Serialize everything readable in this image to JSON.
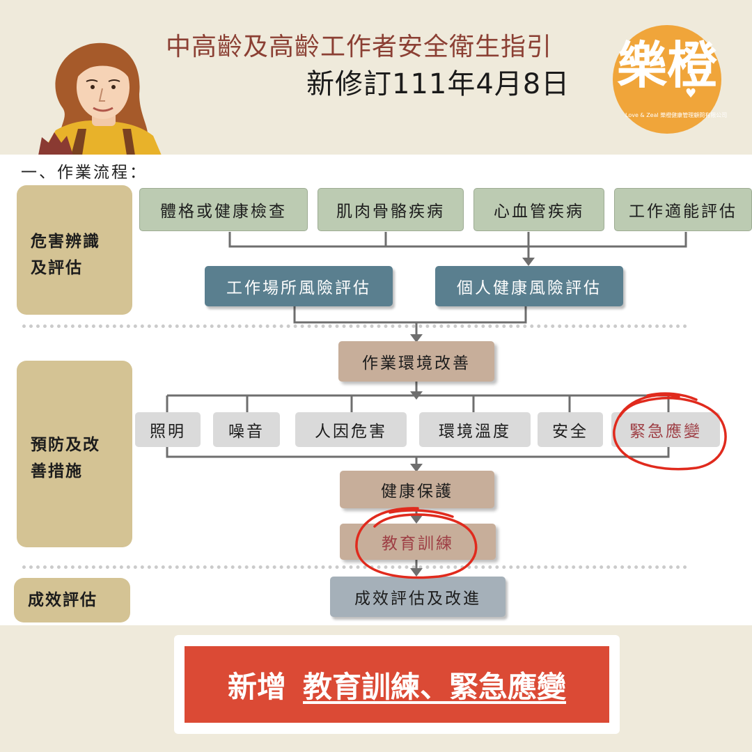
{
  "header": {
    "title": "中高齡及高齡工作者安全衛生指引",
    "subtitle": "新修訂111年4月8日"
  },
  "logo": {
    "text": "樂橙",
    "tagline": "Love & Zeal  樂橙健康管理顧問有限公司"
  },
  "section_title": "一、作業流程：",
  "categories": {
    "hazard": [
      "危害辨識",
      "及評估"
    ],
    "prevention": [
      "預防及改",
      "善措施"
    ],
    "evaluation": "成效評估"
  },
  "flow": {
    "checks": [
      "體格或健康檢查",
      "肌肉骨骼疾病",
      "心血管疾病",
      "工作適能評估"
    ],
    "assessments": [
      "工作場所風險評估",
      "個人健康風險評估"
    ],
    "environment_improvement": "作業環境改善",
    "measures": [
      "照明",
      "噪音",
      "人因危害",
      "環境溫度",
      "安全",
      "緊急應變"
    ],
    "health_protection": "健康保護",
    "training": "教育訓練",
    "evaluation_step": "成效評估及改進"
  },
  "banner": {
    "prefix": "新增",
    "text": "教育訓練、緊急應變"
  },
  "colors": {
    "background": "#efeadb",
    "title": "#8b3f33",
    "category": "#d4c394",
    "check_box": "#bccbb2",
    "assessment_box": "#5a7f8f",
    "improvement_box": "#c7ae9a",
    "measure_box": "#dadada",
    "evaluation_box": "#a5b0b9",
    "highlight": "#e02a1d",
    "banner": "#db4a35",
    "logo": "#f0a53a"
  }
}
